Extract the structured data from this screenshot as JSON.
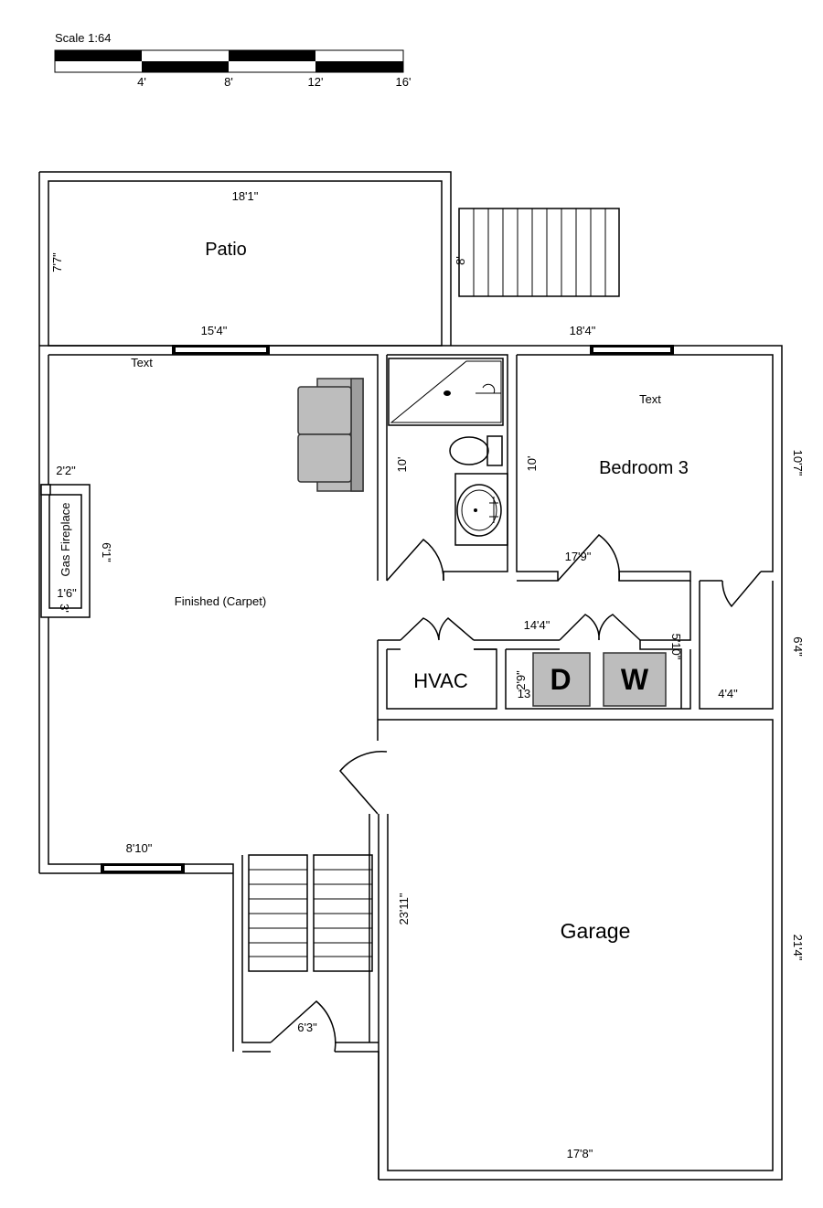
{
  "scale": {
    "title": "Scale 1:64",
    "ticks": [
      "4'",
      "8'",
      "12'",
      "16'"
    ]
  },
  "rooms": {
    "patio": "Patio",
    "bedroom": "Bedroom 3",
    "finished": "Finished (Carpet)",
    "hvac": "HVAC",
    "garage": "Garage",
    "fireplace": "Gas Fireplace"
  },
  "appliances": {
    "dryer": "D",
    "washer": "W"
  },
  "labels": {
    "text_living": "Text",
    "text_bedroom": "Text"
  },
  "dimensions": {
    "patio_width": "18'1\"",
    "patio_height": "7'7\"",
    "stairs_top": "8'",
    "living_window": "15'4\"",
    "bedroom_top": "18'4\"",
    "right_upper": "10'7\"",
    "bath_left": "10'",
    "bath_right": "10'",
    "fireplace_side": "2'2\"",
    "fireplace_len": "6'1\"",
    "fireplace_small": "1'6\"",
    "fireplace_small2": "3'",
    "bedroom_bottom": "17'9\"",
    "hall": "14'4\"",
    "laundry_side": "5'10\"",
    "right_mid": "6'4\"",
    "laundry_h": "2'9\"",
    "laundry_num": "13",
    "closet": "4'4\"",
    "lower_window": "8'10\"",
    "garage_left": "23'11\"",
    "right_lower": "21'4\"",
    "stair_door": "6'3\"",
    "garage_bottom": "17'8\""
  }
}
